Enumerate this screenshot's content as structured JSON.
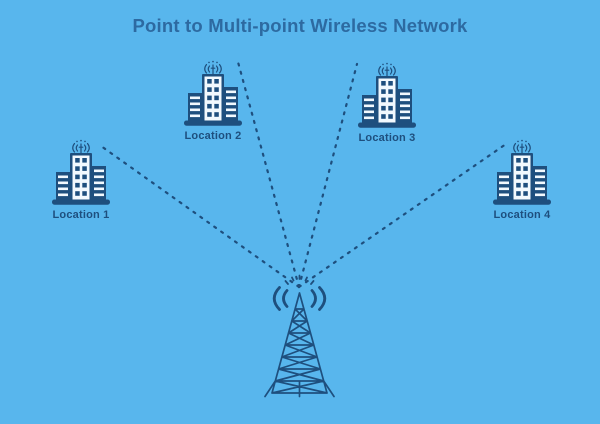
{
  "title": "Point to Multi-point Wireless Network",
  "colors": {
    "background": "#58b6ed",
    "ink": "#1e4f7e",
    "building_light": "#f2f9fe",
    "title_text": "#2d6aa1"
  },
  "diagram": {
    "type": "network-topology",
    "topology": "point-to-multipoint",
    "hub": {
      "id": "tower",
      "icon": "radio-tower-icon"
    },
    "locations": [
      {
        "id": "location-1",
        "label": "Location 1",
        "icon": "office-building-icon"
      },
      {
        "id": "location-2",
        "label": "Location 2",
        "icon": "office-building-icon"
      },
      {
        "id": "location-3",
        "label": "Location 3",
        "icon": "office-building-icon"
      },
      {
        "id": "location-4",
        "label": "Location 4",
        "icon": "office-building-icon"
      }
    ],
    "links": [
      {
        "from": "tower",
        "to": "location-1",
        "style": "dotted"
      },
      {
        "from": "tower",
        "to": "location-2",
        "style": "dotted"
      },
      {
        "from": "tower",
        "to": "location-3",
        "style": "dotted"
      },
      {
        "from": "tower",
        "to": "location-4",
        "style": "dotted"
      }
    ]
  }
}
